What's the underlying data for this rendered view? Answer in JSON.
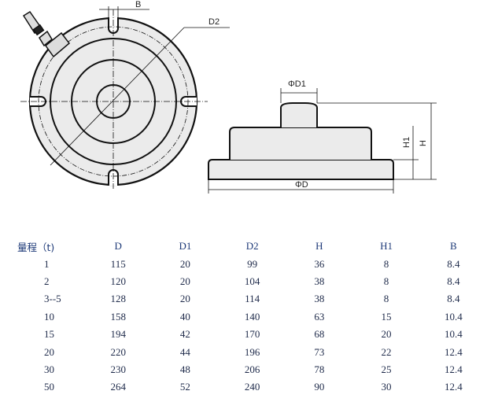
{
  "drawing": {
    "labels": {
      "b": "B",
      "d2": "D2",
      "d1": "ΦD1",
      "d": "ΦD",
      "h": "H",
      "h1": "H1"
    }
  },
  "table": {
    "headers": [
      "量程（t)",
      "D",
      "D1",
      "D2",
      "H",
      "H1",
      "B"
    ],
    "rows": [
      [
        "1",
        "115",
        "20",
        "99",
        "36",
        "8",
        "8.4"
      ],
      [
        "2",
        "120",
        "20",
        "104",
        "38",
        "8",
        "8.4"
      ],
      [
        "3--5",
        "128",
        "20",
        "114",
        "38",
        "8",
        "8.4"
      ],
      [
        "10",
        "158",
        "40",
        "140",
        "63",
        "15",
        "10.4"
      ],
      [
        "15",
        "194",
        "42",
        "170",
        "68",
        "20",
        "10.4"
      ],
      [
        "20",
        "220",
        "44",
        "196",
        "73",
        "22",
        "12.4"
      ],
      [
        "30",
        "230",
        "48",
        "206",
        "78",
        "25",
        "12.4"
      ],
      [
        "50",
        "264",
        "52",
        "240",
        "90",
        "30",
        "12.4"
      ]
    ]
  }
}
